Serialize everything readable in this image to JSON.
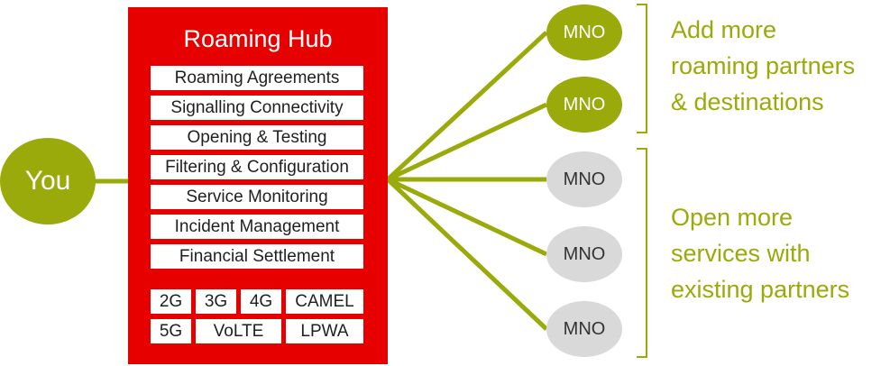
{
  "you": {
    "label": "You"
  },
  "hub": {
    "title": "Roaming Hub",
    "services": [
      "Roaming Agreements",
      "Signalling Connectivity",
      "Opening & Testing",
      "Filtering & Configuration",
      "Service Monitoring",
      "Incident Management",
      "Financial Settlement"
    ],
    "tech_row1": [
      "2G",
      "3G",
      "4G",
      "CAMEL"
    ],
    "tech_row2": [
      "5G",
      "VoLTE",
      "LPWA"
    ]
  },
  "mnos": [
    {
      "label": "MNO",
      "status": "green"
    },
    {
      "label": "MNO",
      "status": "green"
    },
    {
      "label": "MNO",
      "status": "grey"
    },
    {
      "label": "MNO",
      "status": "grey"
    },
    {
      "label": "MNO",
      "status": "grey"
    }
  ],
  "notes": {
    "partners": [
      "Add more",
      "roaming partners",
      "& destinations"
    ],
    "services": [
      "Open more",
      "services with",
      "existing partners"
    ]
  },
  "colors": {
    "brand_red": "#e60000",
    "accent_green": "#9aaa0a",
    "inactive_grey": "#d9d9d9"
  }
}
